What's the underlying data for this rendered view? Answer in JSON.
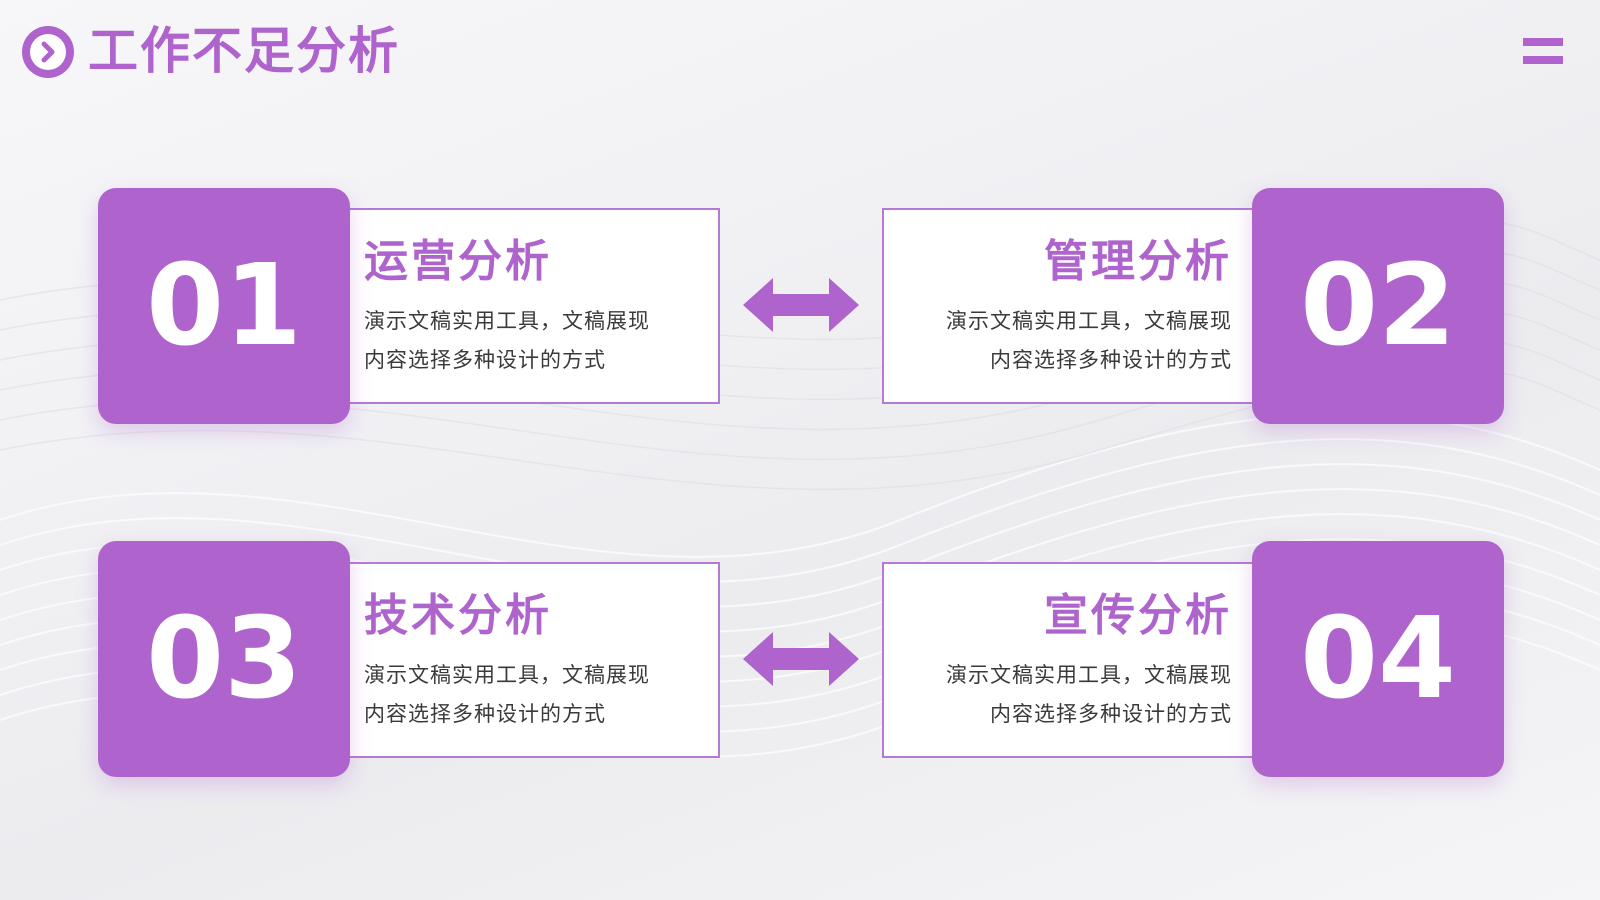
{
  "header": {
    "title": "工作不足分析"
  },
  "colors": {
    "accent": "#ae64cc",
    "card_border": "#b57ad3",
    "text_dark": "#3a3a3a",
    "background": "#f1f1f4"
  },
  "icons": {
    "header": "chevron-right-circle-icon",
    "menu": "equals-menu-icon",
    "connector": "double-arrow-icon"
  },
  "items": [
    {
      "number": "01",
      "title": "运营分析",
      "desc_line1": "演示文稿实用工具，文稿展现",
      "desc_line2": "内容选择多种设计的方式"
    },
    {
      "number": "02",
      "title": "管理分析",
      "desc_line1": "演示文稿实用工具，文稿展现",
      "desc_line2": "内容选择多种设计的方式"
    },
    {
      "number": "03",
      "title": "技术分析",
      "desc_line1": "演示文稿实用工具，文稿展现",
      "desc_line2": "内容选择多种设计的方式"
    },
    {
      "number": "04",
      "title": "宣传分析",
      "desc_line1": "演示文稿实用工具，文稿展现",
      "desc_line2": "内容选择多种设计的方式"
    }
  ]
}
